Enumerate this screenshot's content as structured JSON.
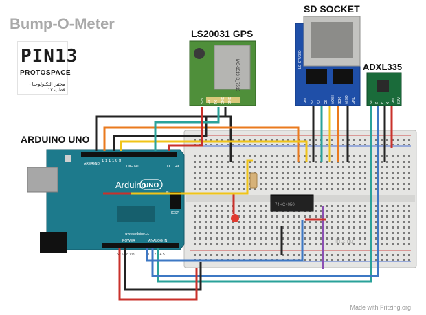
{
  "title": "Bump-O-Meter",
  "logo": {
    "line1": "PIN13",
    "line2": "PROTOSPACE",
    "line3": "مختبر التكنولوجيا - قطب ١٣"
  },
  "labels": {
    "gps": "LS20031 GPS",
    "sd": "SD SOCKET",
    "accel": "ADXL335",
    "arduino": "ARDUINO UNO"
  },
  "board": {
    "name": "Arduino",
    "model": "UNO",
    "url": "www.arduino.cc",
    "digital": "DIGITAL",
    "power": "POWER",
    "analog_in": "ANALOG IN",
    "aref": "AREF",
    "gnd": "GND",
    "tx": "TX",
    "rx": "RX",
    "on": "ON",
    "icsp": "ICSP",
    "pin_row": "1 1 1 1 9 8",
    "analog_pins": "0 1 2 3 4 5",
    "power_pins": "5V Gnd Vin"
  },
  "sd_module": {
    "text": "LC STUDIO",
    "pins": [
      "GND",
      "3V",
      "5V",
      "CS",
      "MOSI",
      "SCK",
      "MISO",
      "GND"
    ]
  },
  "gps_module": {
    "text": "MC-1513 D_7513",
    "pins": [
      "3V3",
      "RX",
      "TX",
      "GND",
      "GND"
    ]
  },
  "accel_module": {
    "pins": [
      "ST",
      "Z",
      "Y",
      "X",
      "GND",
      "3.3V"
    ]
  },
  "chip_label": "74HC4050",
  "breadboard_brand": "fritzing",
  "credit": "Made with Fritzing.org",
  "colors": {
    "board": "#1d7a8c",
    "breadboard": "#e5e5e3",
    "wire_red": "#c9312b",
    "wire_black": "#232323",
    "wire_orange": "#ea7a1e",
    "wire_yellow": "#f0c419",
    "wire_green": "#2aa29a",
    "wire_blue": "#3e78c4",
    "wire_purple": "#8b4fb3",
    "sd_board": "#1f4fa8",
    "gps_board": "#4f8f3a",
    "accel_board": "#1a6b3a"
  }
}
